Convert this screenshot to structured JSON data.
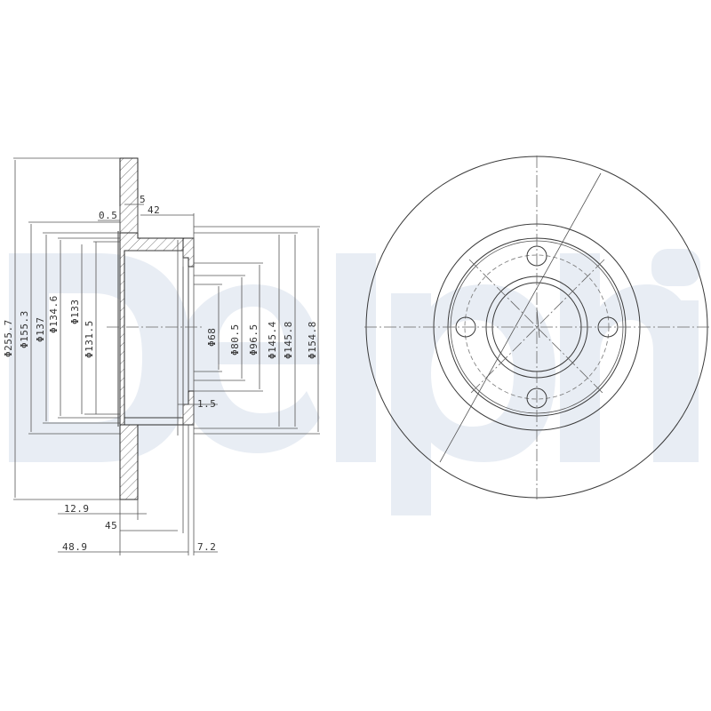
{
  "drawing": {
    "title": "Brake disc technical drawing",
    "brand_watermark": "Delphi",
    "watermark_color": "#e8edf4",
    "line_color": "#3a3a3a",
    "views": [
      "side-section",
      "front"
    ]
  },
  "side_view": {
    "diameters": [
      {
        "id": "d1",
        "label": "Φ255.7"
      },
      {
        "id": "d2",
        "label": "Φ155.3"
      },
      {
        "id": "d3",
        "label": "Φ137"
      },
      {
        "id": "d4",
        "label": "Φ134.6"
      },
      {
        "id": "d5",
        "label": "Φ133"
      },
      {
        "id": "d6",
        "label": "Φ131.5"
      },
      {
        "id": "d7",
        "label": "Φ68"
      },
      {
        "id": "d8",
        "label": "Φ80.5"
      },
      {
        "id": "d9",
        "label": "Φ96.5"
      },
      {
        "id": "d10",
        "label": "Φ145.4"
      },
      {
        "id": "d11",
        "label": "Φ145.8"
      },
      {
        "id": "d12",
        "label": "Φ154.8"
      }
    ],
    "lengths": {
      "top_5": "5",
      "top_42": "42",
      "top_0_5": "0.5",
      "side_1_5": "1.5",
      "bottom_12_9": "12.9",
      "bottom_45": "45",
      "bottom_48_9": "48.9",
      "bottom_7_2": "7.2"
    }
  },
  "front_view": {
    "bolt_holes": 4,
    "description": "Front view with 4 bolt holes on dashed pitch circle, center bore and hub rings"
  }
}
